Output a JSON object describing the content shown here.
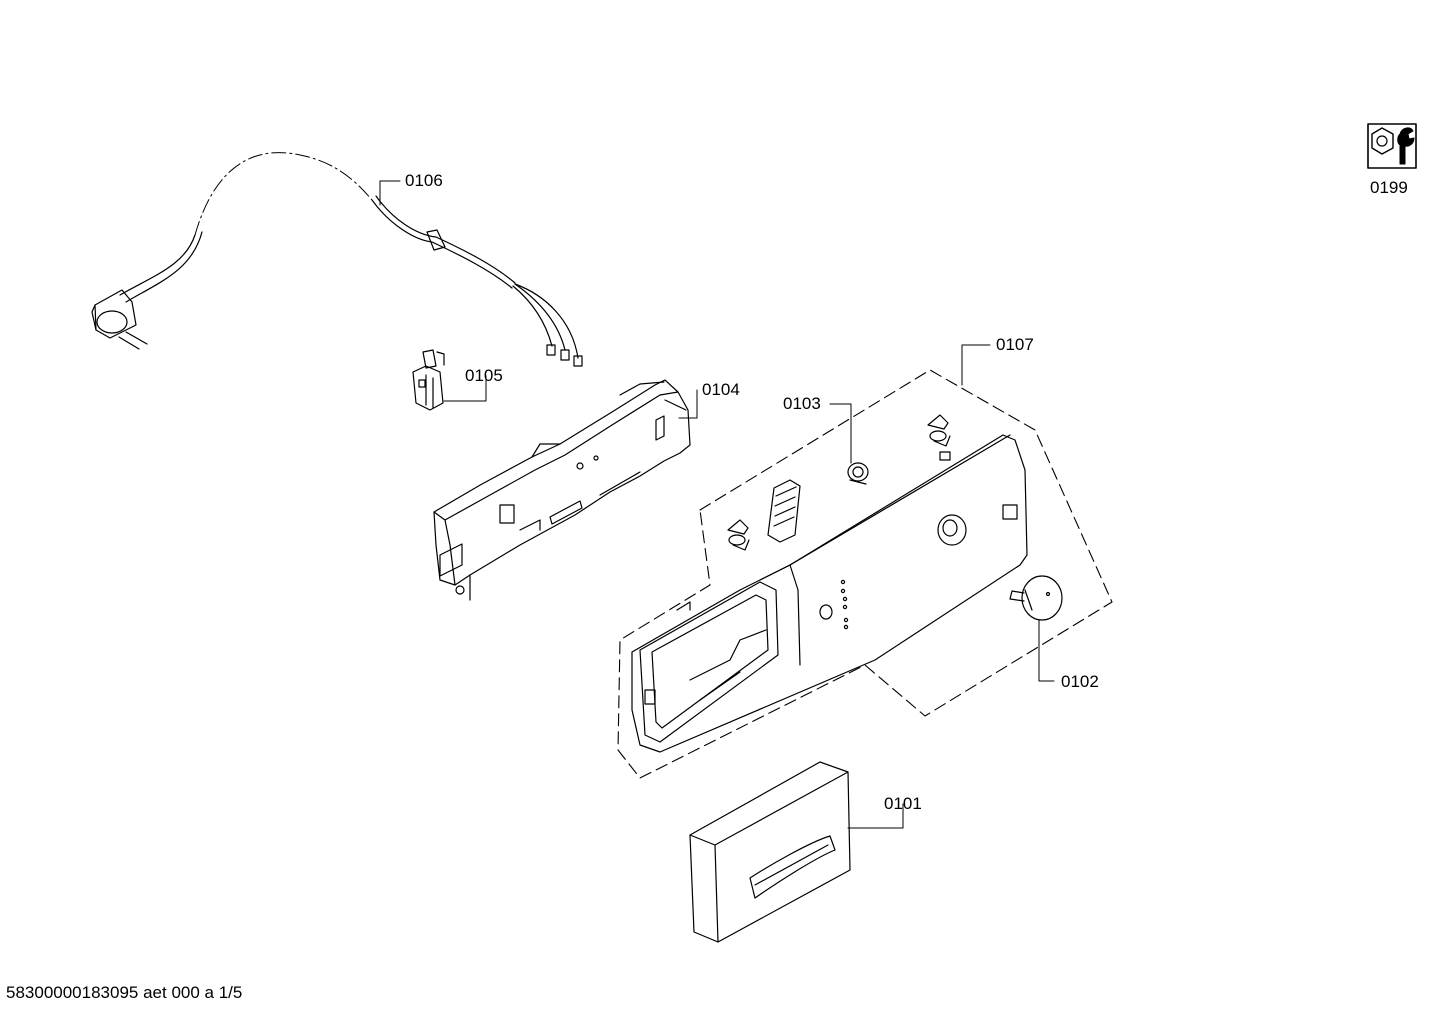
{
  "diagram": {
    "parts": [
      {
        "id": "0101",
        "label": "0101"
      },
      {
        "id": "0102",
        "label": "0102"
      },
      {
        "id": "0103",
        "label": "0103"
      },
      {
        "id": "0104",
        "label": "0104"
      },
      {
        "id": "0105",
        "label": "0105"
      },
      {
        "id": "0106",
        "label": "0106"
      },
      {
        "id": "0107",
        "label": "0107"
      }
    ],
    "tool_kit": {
      "label": "0199",
      "icon": "wrench-nut-icon"
    }
  },
  "footer": {
    "document_code": "58300000183095 aet 000 a 1/5"
  }
}
